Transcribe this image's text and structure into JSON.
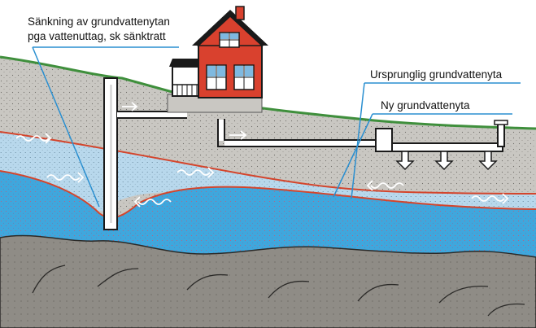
{
  "labels": {
    "drawdown_line1": "Sänkning av grundvattenytan",
    "drawdown_line2": "pga vattenuttag, sk sänktratt",
    "original_water_table": "Ursprunglig grundvattenyta",
    "new_water_table": "Ny grundvattenyta"
  },
  "colors": {
    "soil": "#c9c7c2",
    "unsaturated_blue": "#b8d8ec",
    "aquifer_blue": "#3fa7dd",
    "bedrock": "#8f8c86",
    "grass": "#3f8f3c",
    "house_red": "#d9412e",
    "water_table_red": "#d4452c",
    "leader_line": "#2a8fd0"
  },
  "icons": [
    "house-icon",
    "well-pipe-icon",
    "flow-arrow-icon",
    "drainage-pipe-icon"
  ]
}
